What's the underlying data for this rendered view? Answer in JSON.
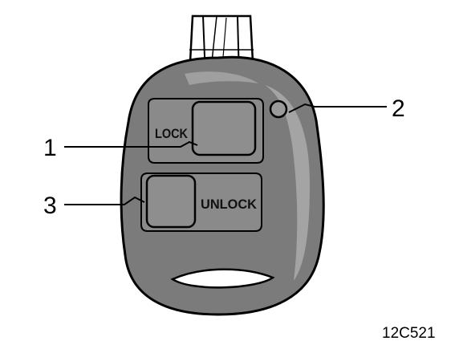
{
  "buttons": {
    "lock_label": "LOCK",
    "unlock_label": "UNLOCK"
  },
  "callouts": [
    {
      "number": "1",
      "target": "lock-button"
    },
    {
      "number": "2",
      "target": "indicator-led"
    },
    {
      "number": "3",
      "target": "unlock-button"
    }
  ],
  "figure_code": "12C521",
  "colors": {
    "fob_body": "#7b7b7b",
    "fob_highlight": "#a9a9a9",
    "button_fill": "#8e8e8e",
    "outline": "#000000"
  }
}
